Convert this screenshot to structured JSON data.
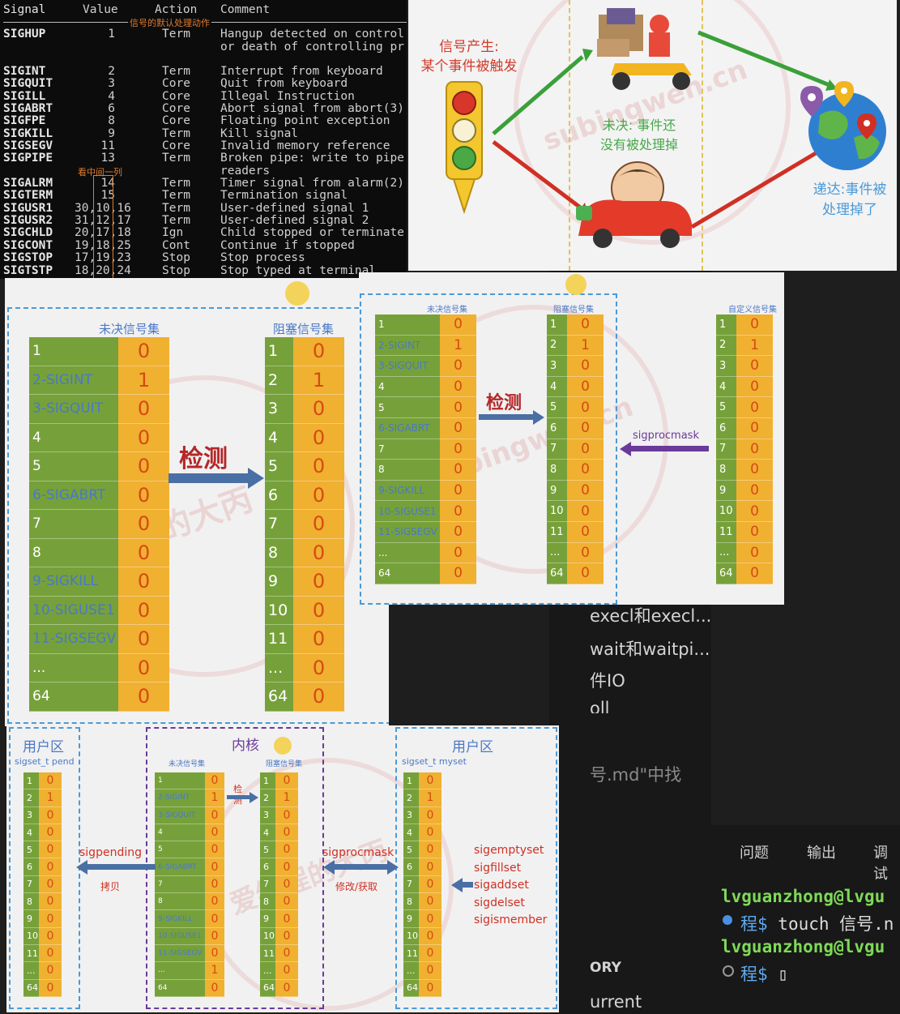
{
  "signal_table": {
    "headers": [
      "Signal",
      "Value",
      "Action",
      "Comment"
    ],
    "header_note": "信号的默认处理动作",
    "middle_note": "看中间一列",
    "rows": [
      {
        "sig": "SIGHUP",
        "val": "1",
        "act": "Term",
        "cmt": "Hangup detected on control"
      },
      {
        "sig": "",
        "val": "",
        "act": "",
        "cmt": "or death of controlling pr"
      },
      {
        "sig": "SIGINT",
        "val": "2",
        "act": "Term",
        "cmt": "Interrupt from keyboard"
      },
      {
        "sig": "SIGQUIT",
        "val": "3",
        "act": "Core",
        "cmt": "Quit from keyboard"
      },
      {
        "sig": "SIGILL",
        "val": "4",
        "act": "Core",
        "cmt": "Illegal Instruction"
      },
      {
        "sig": "SIGABRT",
        "val": "6",
        "act": "Core",
        "cmt": "Abort signal from abort(3)"
      },
      {
        "sig": "SIGFPE",
        "val": "8",
        "act": "Core",
        "cmt": "Floating point exception"
      },
      {
        "sig": "SIGKILL",
        "val": "9",
        "act": "Term",
        "cmt": "Kill signal"
      },
      {
        "sig": "SIGSEGV",
        "val": "11",
        "act": "Core",
        "cmt": "Invalid memory reference"
      },
      {
        "sig": "SIGPIPE",
        "val": "13",
        "act": "Term",
        "cmt": "Broken pipe: write to pipe"
      },
      {
        "sig": "",
        "val": "",
        "act": "",
        "cmt": "readers"
      },
      {
        "sig": "SIGALRM",
        "val": "14",
        "act": "Term",
        "cmt": "Timer signal from alarm(2)"
      },
      {
        "sig": "SIGTERM",
        "val": "15",
        "act": "Term",
        "cmt": "Termination signal"
      },
      {
        "sig": "SIGUSR1",
        "val": "30,10,16",
        "act": "Term",
        "cmt": "User-defined signal 1"
      },
      {
        "sig": "SIGUSR2",
        "val": "31,12,17",
        "act": "Term",
        "cmt": "User-defined signal 2"
      },
      {
        "sig": "SIGCHLD",
        "val": "20,17,18",
        "act": "Ign",
        "cmt": "Child stopped or terminate"
      },
      {
        "sig": "SIGCONT",
        "val": "19,18,25",
        "act": "Cont",
        "cmt": "Continue if stopped"
      },
      {
        "sig": "SIGSTOP",
        "val": "17,19,23",
        "act": "Stop",
        "cmt": "Stop process"
      },
      {
        "sig": "SIGTSTP",
        "val": "18,20,24",
        "act": "Stop",
        "cmt": "Stop typed at terminal"
      }
    ]
  },
  "lifecycle": {
    "generate": "信号产生:\n某个事件被触发",
    "pending": "未决: 事件还\n没有被处理掉",
    "delivered": "递达:事件被\n处理掉了"
  },
  "big_panel": {
    "pending_title": "未决信号集",
    "blocked_title": "阻塞信号集",
    "detect": "检测",
    "labels": [
      "1",
      "2-SIGINT",
      "3-SIGQUIT",
      "4",
      "5",
      "6-SIGABRT",
      "7",
      "8",
      "9-SIGKILL",
      "10-SIGUSE1",
      "11-SIGSEGV",
      "...",
      "64"
    ],
    "pending_vals": [
      "0",
      "1",
      "0",
      "0",
      "0",
      "0",
      "0",
      "0",
      "0",
      "0",
      "0",
      "0",
      "0"
    ],
    "blocked_labels": [
      "1",
      "2",
      "3",
      "4",
      "5",
      "6",
      "7",
      "8",
      "9",
      "10",
      "11",
      "...",
      "64"
    ],
    "blocked_vals": [
      "0",
      "1",
      "0",
      "0",
      "0",
      "0",
      "0",
      "0",
      "0",
      "0",
      "0",
      "0",
      "0"
    ]
  },
  "mid_panel": {
    "pending_title": "未决信号集",
    "blocked_title": "阻塞信号集",
    "custom_title": "自定义信号集",
    "detect": "检测",
    "sigprocmask": "sigprocmask",
    "pending_vals": [
      "0",
      "1",
      "0",
      "0",
      "0",
      "0",
      "0",
      "0",
      "0",
      "0",
      "0",
      "0",
      "0"
    ],
    "blocked_vals": [
      "0",
      "1",
      "0",
      "0",
      "0",
      "0",
      "0",
      "0",
      "0",
      "0",
      "0",
      "0",
      "0"
    ],
    "custom_vals": [
      "0",
      "1",
      "0",
      "0",
      "0",
      "0",
      "0",
      "0",
      "0",
      "0",
      "0",
      "0",
      "0"
    ]
  },
  "bottom_panel": {
    "user_left": "用户区",
    "user_left_sub": "sigset_t pend",
    "kernel": "内核",
    "kernel_pending": "未决信号集",
    "kernel_blocked": "阻塞信号集",
    "user_right": "用户区",
    "user_right_sub": "sigset_t myset",
    "sigpending": "sigpending",
    "copy": "拷贝",
    "detect": "检\n测",
    "sigprocmask": "sigprocmask",
    "modify": "修改/获取",
    "funcs": [
      "sigemptyset",
      "sigfillset",
      "sigaddset",
      "sigdelset",
      "sigismember"
    ],
    "pend_vals": [
      "0",
      "1",
      "0",
      "0",
      "0",
      "0",
      "0",
      "0",
      "0",
      "0",
      "0",
      "0",
      "0"
    ],
    "kpend_vals": [
      "0",
      "1",
      "0",
      "0",
      "0",
      "0",
      "0",
      "0",
      "0",
      "0",
      "0",
      "1",
      "0"
    ],
    "kblock_vals": [
      "0",
      "1",
      "0",
      "0",
      "0",
      "0",
      "0",
      "0",
      "0",
      "0",
      "0",
      "0",
      "0"
    ],
    "myset_vals": [
      "0",
      "1",
      "0",
      "0",
      "0",
      "0",
      "0",
      "0",
      "0",
      "0",
      "0",
      "0",
      "0"
    ]
  },
  "ide": {
    "tree": [
      "execl和execl...",
      "wait和waitpi...",
      "件IO",
      "oll"
    ],
    "find_text": "号.md\"中找",
    "outline": [
      "ORY",
      "urrent"
    ],
    "term_tabs": [
      "问题",
      "输出",
      "调试"
    ],
    "term_lines": [
      {
        "user": "lvguanzhong@lvgu",
        "prompt": "",
        "cmd": ""
      },
      {
        "user": "",
        "prompt": "程$",
        "cmd": " touch 信号.n"
      },
      {
        "user": "lvguanzhong@lvgu",
        "prompt": "",
        "cmd": ""
      },
      {
        "user": "",
        "prompt": "程$",
        "cmd": " ▯"
      }
    ]
  },
  "watermark": {
    "cn": "爱编程的大丙",
    "en": "subingwen.cn"
  },
  "colors": {
    "green": "#76a13a",
    "orange": "#f0b030",
    "blue": "#4a78c8",
    "red": "#d64a14",
    "purple": "#6a3a9a"
  }
}
